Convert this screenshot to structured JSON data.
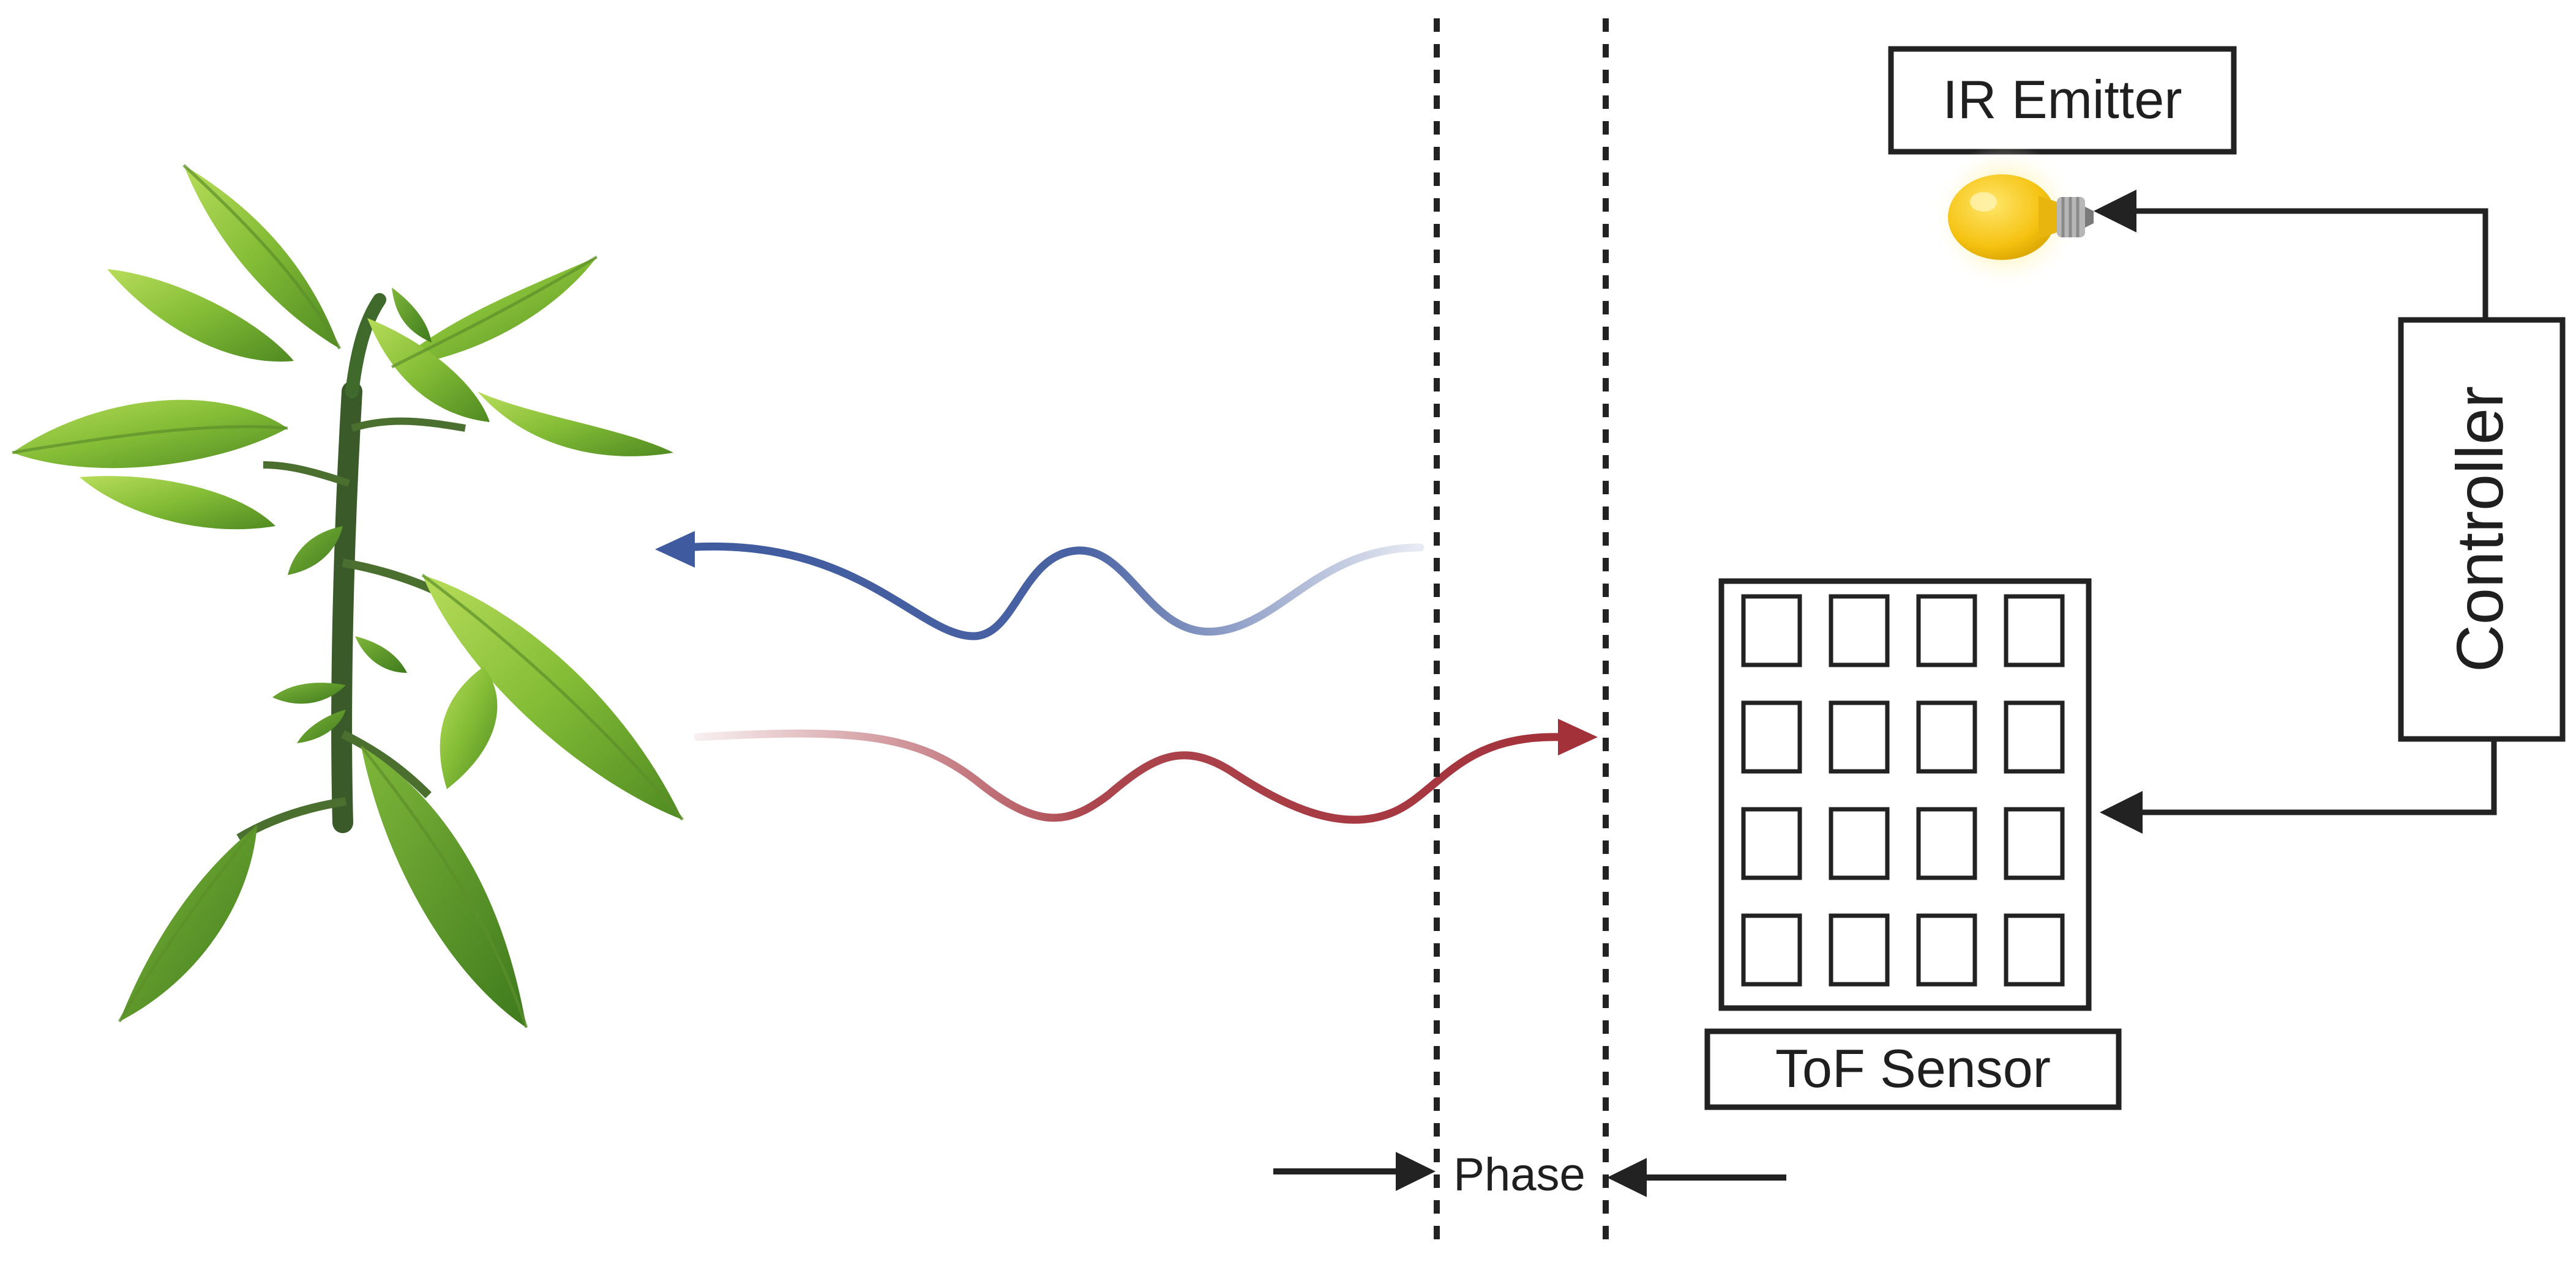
{
  "labels": {
    "ir_emitter": "IR Emitter",
    "controller": "Controller",
    "tof_sensor": "ToF Sensor",
    "phase": "Phase"
  },
  "sensor_grid": {
    "rows": 4,
    "cols": 4
  },
  "colors": {
    "emitted_wave": "#3f5a9e",
    "reflected_wave": "#a3313a",
    "lines": "#222222",
    "bulb": "#f5c211",
    "leaf": "#8cc63f",
    "stem": "#3a5a2a"
  },
  "icons": {
    "plant": "plant-image",
    "bulb": "lightbulb-icon"
  }
}
